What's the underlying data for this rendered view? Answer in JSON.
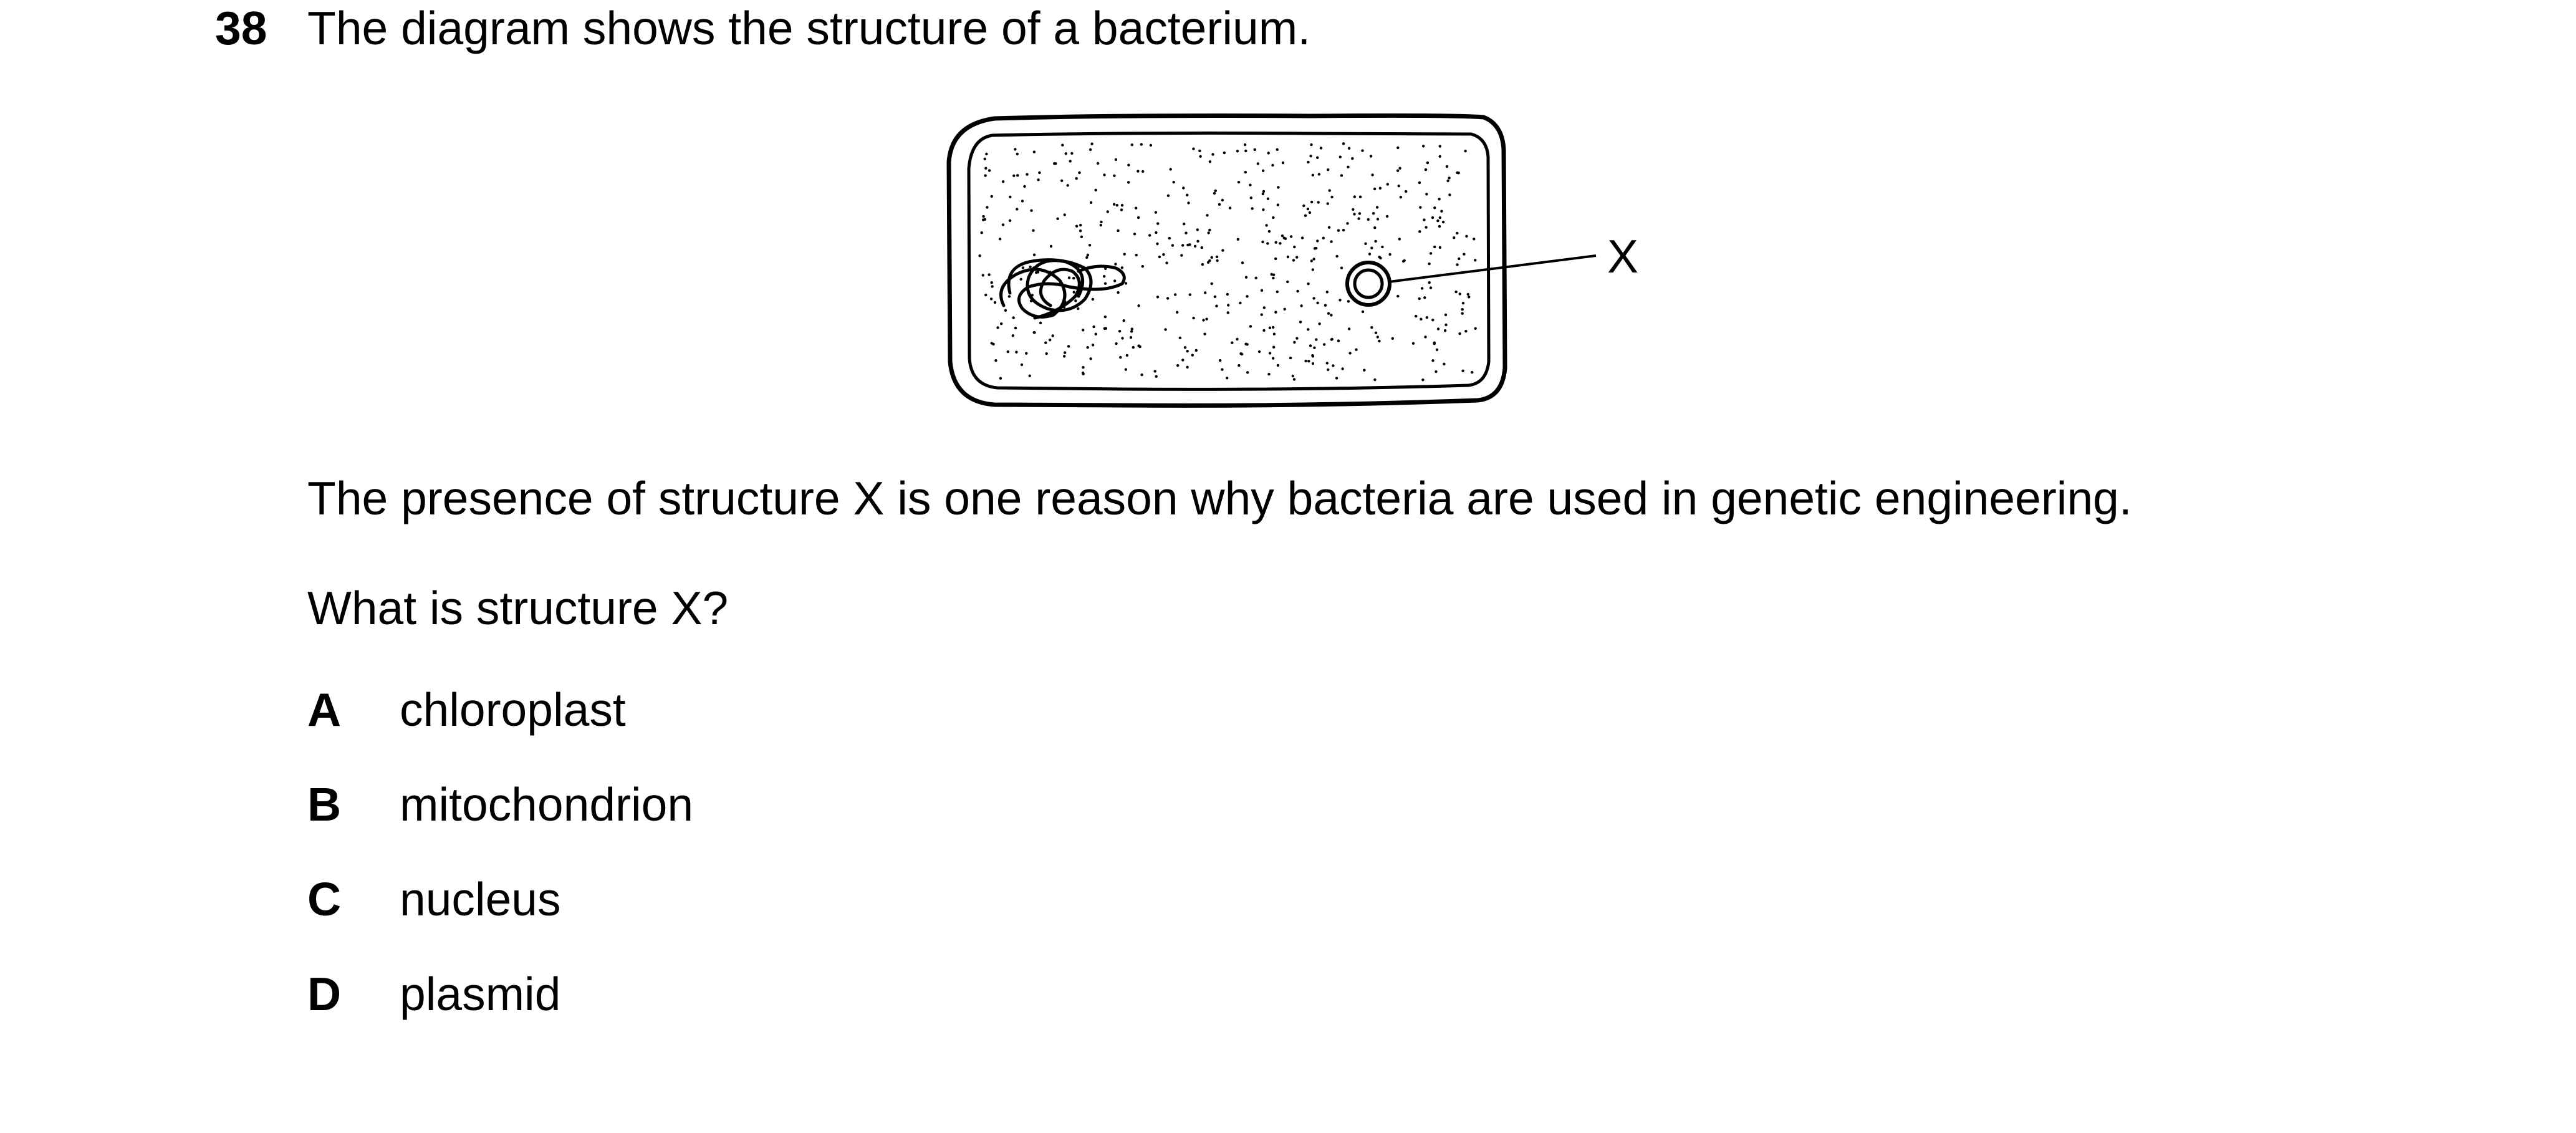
{
  "question": {
    "number": "38",
    "stem": "The diagram shows the structure of a bacterium.",
    "context": "The presence of structure X is one reason why bacteria are used in genetic engineering.",
    "prompt": "What is structure X?"
  },
  "diagram": {
    "label_x": "X"
  },
  "options": [
    {
      "letter": "A",
      "text": "chloroplast"
    },
    {
      "letter": "B",
      "text": "mitochondrion"
    },
    {
      "letter": "C",
      "text": "nucleus"
    },
    {
      "letter": "D",
      "text": "plasmid"
    }
  ]
}
